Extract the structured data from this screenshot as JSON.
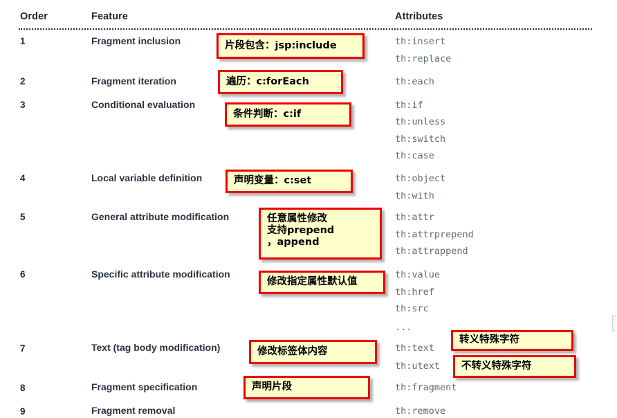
{
  "table": {
    "headers": {
      "order": "Order",
      "feature": "Feature",
      "attributes": "Attributes"
    },
    "rows": [
      {
        "order": "1",
        "feature": "Fragment inclusion",
        "attributes": [
          "th:insert",
          "th:replace"
        ]
      },
      {
        "order": "2",
        "feature": "Fragment iteration",
        "attributes": [
          "th:each"
        ]
      },
      {
        "order": "3",
        "feature": "Conditional evaluation",
        "attributes": [
          "th:if",
          "th:unless",
          "th:switch",
          "th:case"
        ]
      },
      {
        "order": "4",
        "feature": "Local variable definition",
        "attributes": [
          "th:object",
          "th:with"
        ]
      },
      {
        "order": "5",
        "feature": "General attribute modification",
        "attributes": [
          "th:attr",
          "th:attrprepend",
          "th:attrappend"
        ]
      },
      {
        "order": "6",
        "feature": "Specific attribute modification",
        "attributes": [
          "th:value",
          "th:href",
          "th:src",
          "..."
        ]
      },
      {
        "order": "7",
        "feature": "Text (tag body modification)",
        "attributes": [
          "th:text",
          "th:utext"
        ]
      },
      {
        "order": "8",
        "feature": "Fragment specification",
        "attributes": [
          "th:fragment"
        ]
      },
      {
        "order": "9",
        "feature": "Fragment removal",
        "attributes": [
          "th:remove"
        ]
      }
    ]
  },
  "annotations": [
    {
      "id": "annotation-fragment-inclusion",
      "text": "片段包含：jsp:include"
    },
    {
      "id": "annotation-fragment-iteration",
      "text": "遍历：c:forEach"
    },
    {
      "id": "annotation-conditional",
      "text": "条件判断：c:if"
    },
    {
      "id": "annotation-local-variable",
      "text": "声明变量：c:set"
    },
    {
      "id": "annotation-general-attribute",
      "text": "任意属性修改\n支持prepend\n，append"
    },
    {
      "id": "annotation-specific-attribute",
      "text": "修改指定属性默认值"
    },
    {
      "id": "annotation-text-body",
      "text": "修改标签体内容"
    },
    {
      "id": "annotation-fragment-spec",
      "text": "声明片段"
    },
    {
      "id": "annotation-escape",
      "text": "转义特殊字符"
    },
    {
      "id": "annotation-no-escape",
      "text": "不转义特殊字符"
    }
  ],
  "colors": {
    "callout_border": "#ee0000",
    "callout_fill": "#ffffcc",
    "attribute_text": "#5d6b7a",
    "feature_text": "#2a3340",
    "header_text": "#23292e"
  }
}
